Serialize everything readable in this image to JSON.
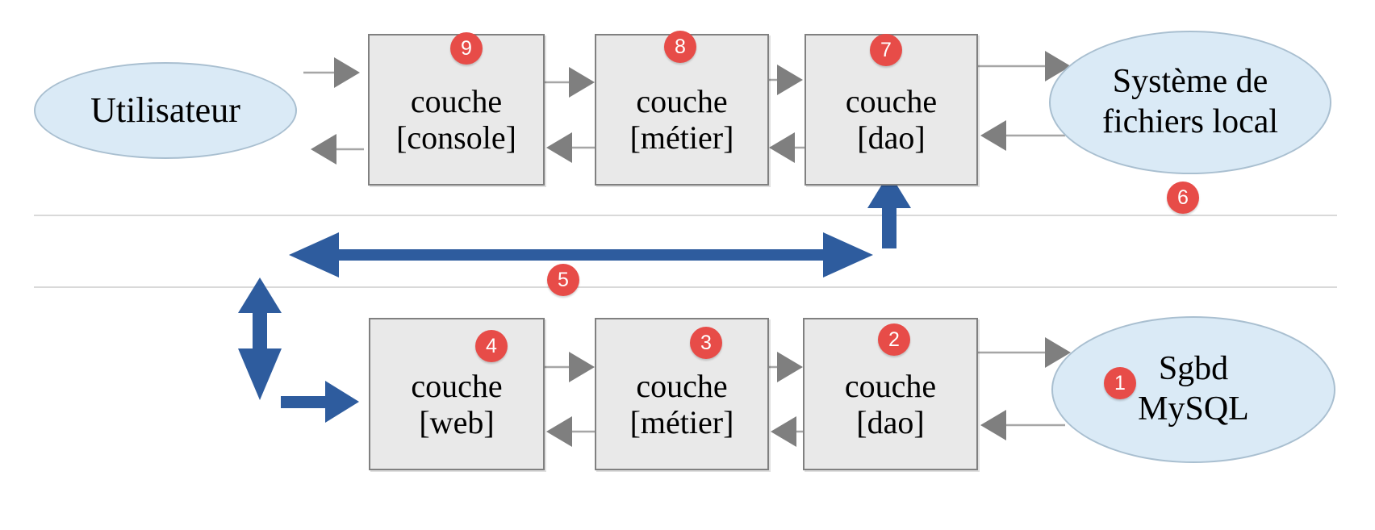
{
  "diagram": {
    "top_row": {
      "actor": {
        "label": "Utilisateur"
      },
      "layers": [
        {
          "badge": "9",
          "line1": "couche",
          "line2": "[console]"
        },
        {
          "badge": "8",
          "line1": "couche",
          "line2": "[métier]"
        },
        {
          "badge": "7",
          "line1": "couche",
          "line2": "[dao]"
        }
      ],
      "datastore": {
        "badge": "6",
        "line1": "Système de",
        "line2": "fichiers local"
      }
    },
    "bottom_row": {
      "layers": [
        {
          "badge": "4",
          "line1": "couche",
          "line2": "[web]"
        },
        {
          "badge": "3",
          "line1": "couche",
          "line2": "[métier]"
        },
        {
          "badge": "2",
          "line1": "couche",
          "line2": "[dao]"
        }
      ],
      "datastore": {
        "badge": "1",
        "line1": "Sgbd",
        "line2": "MySQL"
      }
    },
    "link_badge": {
      "badge": "5"
    },
    "colors": {
      "accent_blue": "#2e5c9e",
      "badge_red": "#e74c48",
      "box_fill": "#e9e9e9",
      "ellipse_fill": "#daeaf6",
      "connector_gray": "#7f7f7f"
    }
  }
}
